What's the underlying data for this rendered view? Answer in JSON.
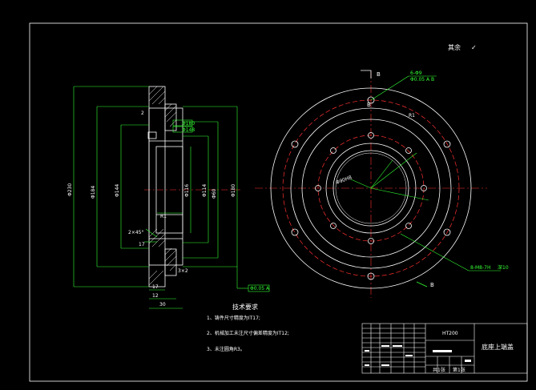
{
  "colors": {
    "background": "#000000",
    "outline": "#ffffff",
    "dimension": "#33ff33",
    "centerline": "#ff3030",
    "hatch": "#ffffff"
  },
  "surface_finish": {
    "label": "其余",
    "symbol": "✓"
  },
  "section_marks": {
    "top": "B",
    "bottom": "B",
    "bolt_circle": "B"
  },
  "dimensions": {
    "outer_diameter": "Φ230",
    "d184": "Φ184",
    "d144": "Φ144",
    "d114": "Φ114",
    "d180": "Φ180",
    "d116": "Φ116",
    "d60": "Φ60",
    "d148": "Φ148",
    "chamfer": "2×45°",
    "width_17a": "17",
    "width_17b": "17",
    "width_30": "30",
    "small_2": "2",
    "small_12": "12",
    "small_3x2": "3×2",
    "tolerance_top": "Φ0.05 A",
    "tolerance_mid": "Φ0.02 A",
    "holes": "6-Φ9",
    "hole_tol": "Φ0.05 A B",
    "tap": "8-M8-7H",
    "tap_note": "深10",
    "bore": "Φ90H8",
    "datum": "Φ0.02 A",
    "radius": "R1"
  },
  "technical_requirements": {
    "title": "技术要求",
    "items": [
      "1、铸件尺寸精度为IT17;",
      "2、机械加工未注尺寸偏差精度为IT12;",
      "3、未注圆角R3。"
    ]
  },
  "title_block": {
    "material": "HT200",
    "part_name": "底座上端盖",
    "scale_label": "共1张",
    "sheet_label": "第1张"
  }
}
